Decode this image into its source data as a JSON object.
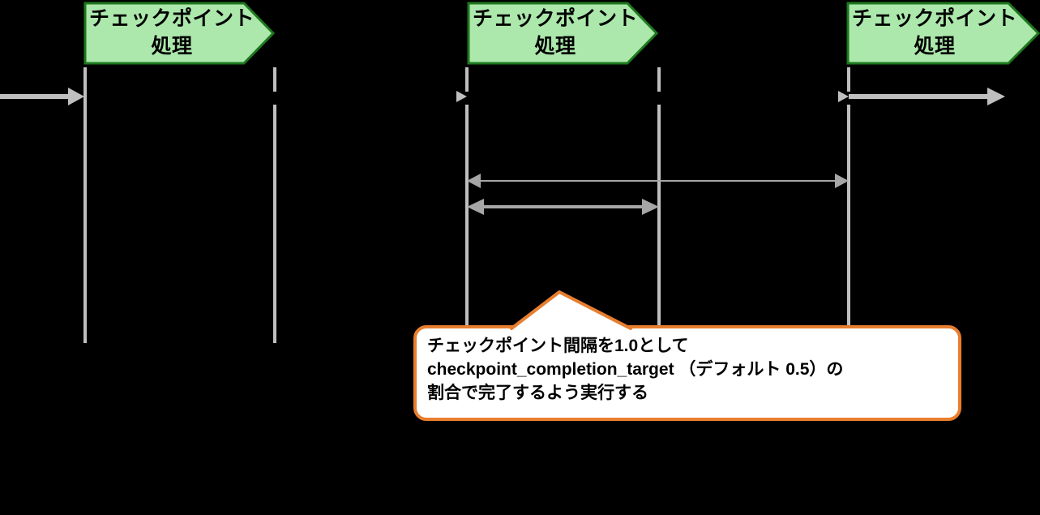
{
  "banner": {
    "line1": "チェックポイント",
    "line2": "処理"
  },
  "callout": {
    "lines": [
      "チェックポイント間隔を1.0として",
      "checkpoint_completion_target （デフォルト 0.5）の",
      "割合で完了するよう実行する"
    ]
  },
  "colors": {
    "background": "#000000",
    "banner_fill": "#ACE8AC",
    "banner_border": "#1E781E",
    "line_gray": "#BFBFBF",
    "arrow_gray": "#A6A6A6",
    "callout_border": "#E87E2E",
    "callout_fill": "#FFFFFF",
    "text": "#000000"
  }
}
